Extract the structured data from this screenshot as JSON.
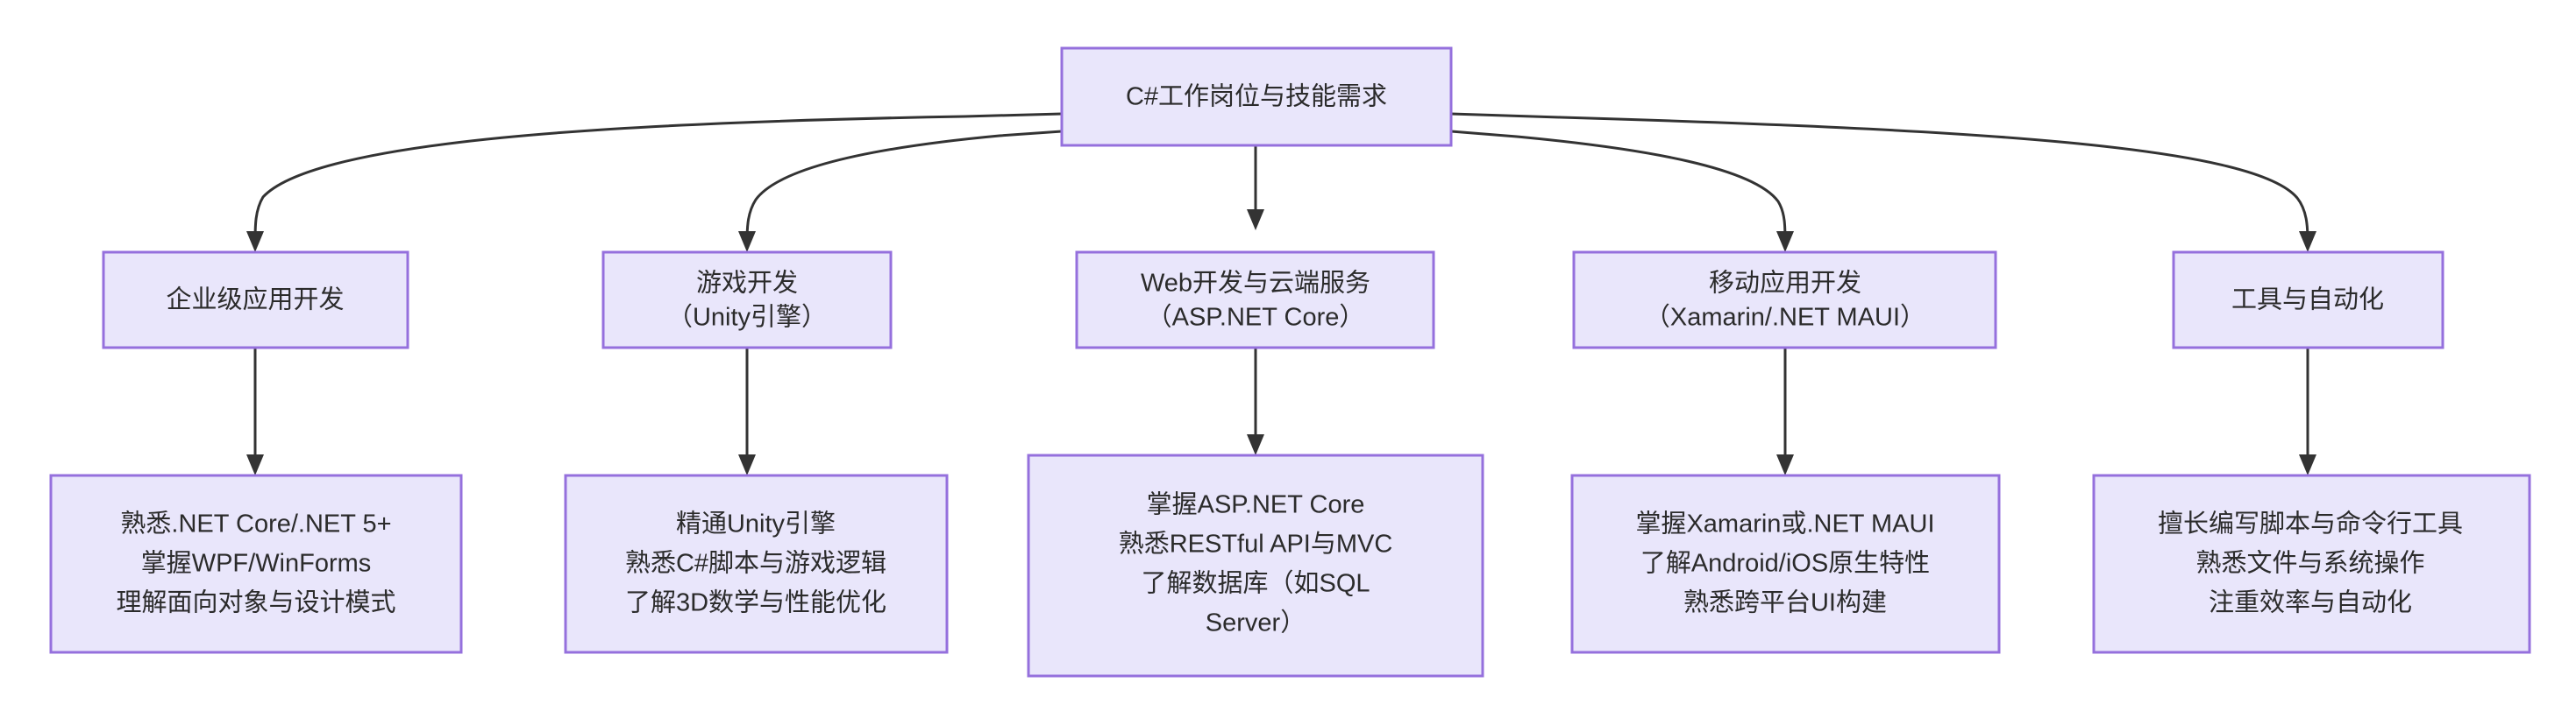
{
  "diagram": {
    "title": "C#工作岗位与技能需求",
    "type": "flowchart",
    "direction": "top-down",
    "colors": {
      "node_fill": "#e9e6fb",
      "node_border": "#9570dd",
      "edge_stroke": "#333333",
      "text": "#2b2b2b",
      "background": "#ffffff"
    }
  },
  "root": {
    "id": "root",
    "label": "C#工作岗位与技能需求",
    "lines": [
      "C#工作岗位与技能需求"
    ]
  },
  "categories": [
    {
      "id": "cat-enterprise",
      "label": "企业级应用开发",
      "lines": [
        "企业级应用开发"
      ]
    },
    {
      "id": "cat-game",
      "label": "游戏开发（Unity引擎）",
      "lines": [
        "游戏开发",
        "（Unity引擎）"
      ]
    },
    {
      "id": "cat-web",
      "label": "Web开发与云端服务（ASP.NET Core）",
      "lines": [
        "Web开发与云端服务",
        "（ASP.NET Core）"
      ]
    },
    {
      "id": "cat-mobile",
      "label": "移动应用开发（Xamarin/.NET MAUI）",
      "lines": [
        "移动应用开发",
        "（Xamarin/.NET MAUI）"
      ]
    },
    {
      "id": "cat-tools",
      "label": "工具与自动化",
      "lines": [
        "工具与自动化"
      ]
    }
  ],
  "skills": [
    {
      "id": "skill-enterprise",
      "parent": "cat-enterprise",
      "lines": [
        "熟悉.NET Core/.NET 5+",
        "掌握WPF/WinForms",
        "理解面向对象与设计模式"
      ]
    },
    {
      "id": "skill-game",
      "parent": "cat-game",
      "lines": [
        "精通Unity引擎",
        "熟悉C#脚本与游戏逻辑",
        "了解3D数学与性能优化"
      ]
    },
    {
      "id": "skill-web",
      "parent": "cat-web",
      "lines": [
        "掌握ASP.NET Core",
        "熟悉RESTful API与MVC",
        "了解数据库（如SQL",
        "Server）"
      ]
    },
    {
      "id": "skill-mobile",
      "parent": "cat-mobile",
      "lines": [
        "掌握Xamarin或.NET MAUI",
        "了解Android/iOS原生特性",
        "熟悉跨平台UI构建"
      ]
    },
    {
      "id": "skill-tools",
      "parent": "cat-tools",
      "lines": [
        "擅长编写脚本与命令行工具",
        "熟悉文件与系统操作",
        "注重效率与自动化"
      ]
    }
  ],
  "edges": [
    {
      "from": "root",
      "to": "cat-enterprise"
    },
    {
      "from": "root",
      "to": "cat-game"
    },
    {
      "from": "root",
      "to": "cat-web"
    },
    {
      "from": "root",
      "to": "cat-mobile"
    },
    {
      "from": "root",
      "to": "cat-tools"
    },
    {
      "from": "cat-enterprise",
      "to": "skill-enterprise"
    },
    {
      "from": "cat-game",
      "to": "skill-game"
    },
    {
      "from": "cat-web",
      "to": "skill-web"
    },
    {
      "from": "cat-mobile",
      "to": "skill-mobile"
    },
    {
      "from": "cat-tools",
      "to": "skill-tools"
    }
  ]
}
